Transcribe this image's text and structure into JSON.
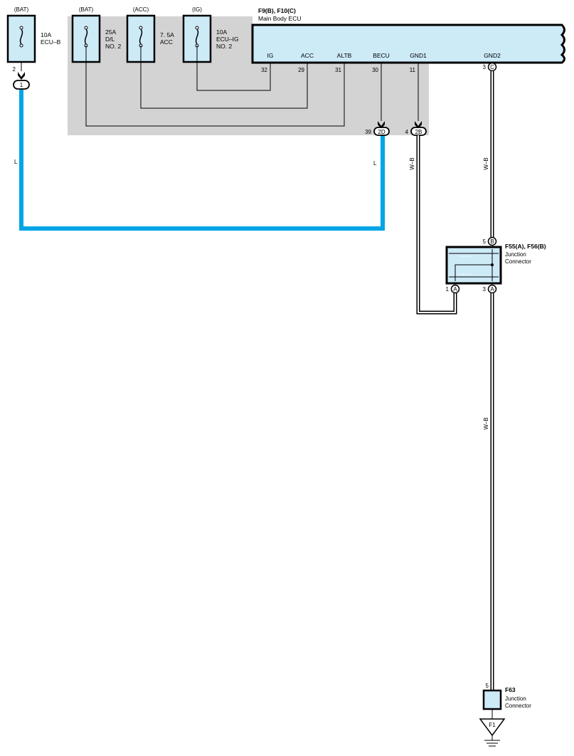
{
  "colors": {
    "blue_wire": "#00a6e6",
    "ecu_fill": "#cdeaf7",
    "panel_gray": "#d3d3d3",
    "wire_black": "#000000"
  },
  "fuses": [
    {
      "source": "(BAT)",
      "rating": "10A",
      "line2": "ECU–B",
      "line3": ""
    },
    {
      "source": "(BAT)",
      "rating": "25A",
      "line2": "D/L",
      "line3": "NO. 2"
    },
    {
      "source": "(ACC)",
      "rating": "7. 5A",
      "line2": "ACC",
      "line3": ""
    },
    {
      "source": "(IG)",
      "rating": "10A",
      "line2": "ECU–IG",
      "line3": "NO. 2"
    }
  ],
  "ecu": {
    "code": "F9(B), F10(C)",
    "name": "Main Body ECU",
    "pins": [
      {
        "name": "IG",
        "num": "32"
      },
      {
        "name": "ACC",
        "num": "29"
      },
      {
        "name": "ALTB",
        "num": "31"
      },
      {
        "name": "BECU",
        "num": "30"
      },
      {
        "name": "GND1",
        "num": "11"
      },
      {
        "name": "GND2",
        "num": "3"
      }
    ],
    "gnd2_connector": "C"
  },
  "connectors": {
    "c1": {
      "label": "1",
      "pin": "2"
    },
    "c2d": {
      "label": "2D",
      "pin": "39"
    },
    "c2b": {
      "label": "2B",
      "pin": "4"
    }
  },
  "wires": {
    "left_blue": "L",
    "right_blue": "L",
    "wb_gnd1": "W–B",
    "wb_gnd2": "W–B",
    "wb_lower": "W–B"
  },
  "junction1": {
    "code": "F55(A), F56(B)",
    "line1": "Junction",
    "line2": "Connector",
    "top_pin": "5",
    "top_conn": "B",
    "left_pin": "1",
    "left_conn": "A",
    "right_pin": "3",
    "right_conn": "A"
  },
  "junction2": {
    "code": "F63",
    "line1": "Junction",
    "line2": "Connector",
    "pin": "5"
  },
  "ground": {
    "label": "F1"
  }
}
